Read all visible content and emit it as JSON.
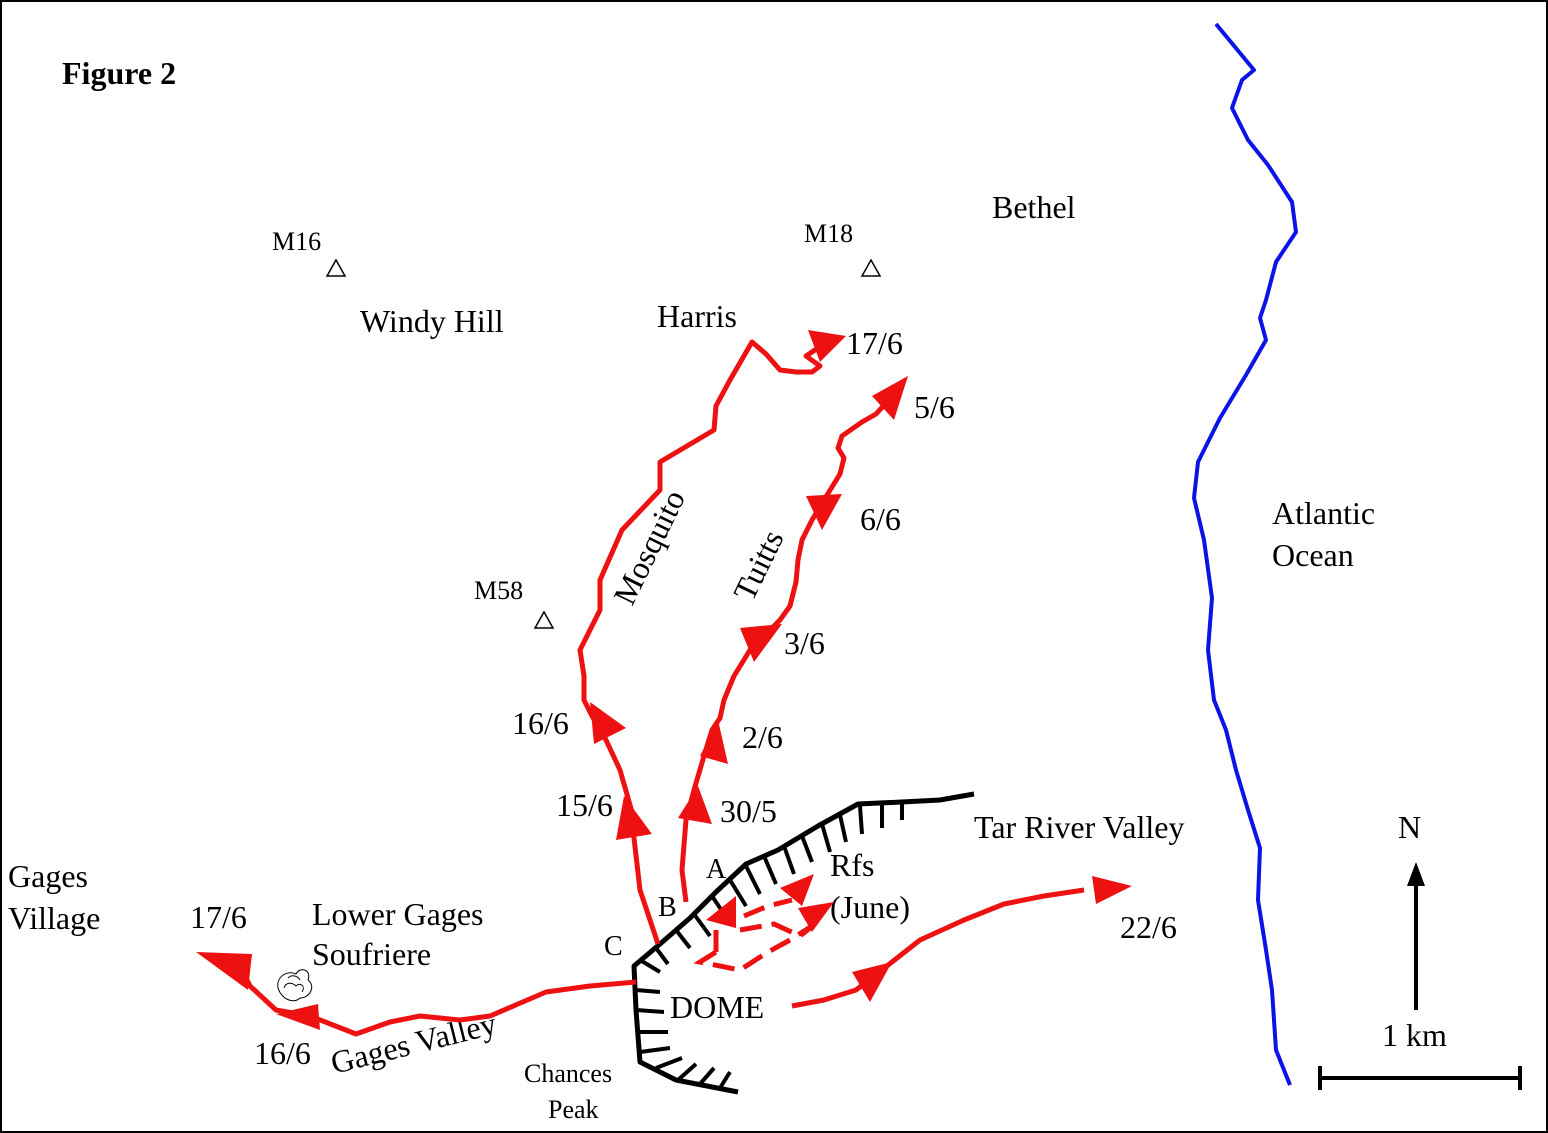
{
  "title": "Figure 2",
  "colors": {
    "flow": "#ee1111",
    "coast": "#0a14e6",
    "crater": "#000000",
    "frame": "#000000"
  },
  "stations": [
    {
      "name": "M16"
    },
    {
      "name": "M18"
    },
    {
      "name": "M58"
    }
  ],
  "places": {
    "bethel": "Bethel",
    "windy_hill": "Windy Hill",
    "harris": "Harris",
    "mosquito": "Mosquito",
    "tuitts": "Tuitts",
    "atlantic_1": "Atlantic",
    "atlantic_2": "Ocean",
    "tar_river": "Tar River Valley",
    "gages_village_1": "Gages",
    "gages_village_2": "Village",
    "lower_gages_1": "Lower Gages",
    "lower_gages_2": "Soufriere",
    "gages_valley": "Gages Valley",
    "chances_1": "Chances",
    "chances_2": "Peak",
    "dome": "DOME",
    "rfs_1": "Rfs",
    "rfs_2": "(June)"
  },
  "points": {
    "a": "A",
    "b": "B",
    "c": "C"
  },
  "dates": {
    "harris_end": "17/6",
    "tuitts_end": "5/6",
    "tuitts_6_6": "6/6",
    "tuitts_3_6": "3/6",
    "tuitts_2_6": "2/6",
    "tuitts_30_5": "30/5",
    "mosq_16_6": "16/6",
    "mosq_15_6": "15/6",
    "tar_22_6": "22/6",
    "gages_17_6": "17/6",
    "gages_16_6": "16/6"
  },
  "compass": {
    "north": "N"
  },
  "scale": {
    "label": "1 km"
  }
}
